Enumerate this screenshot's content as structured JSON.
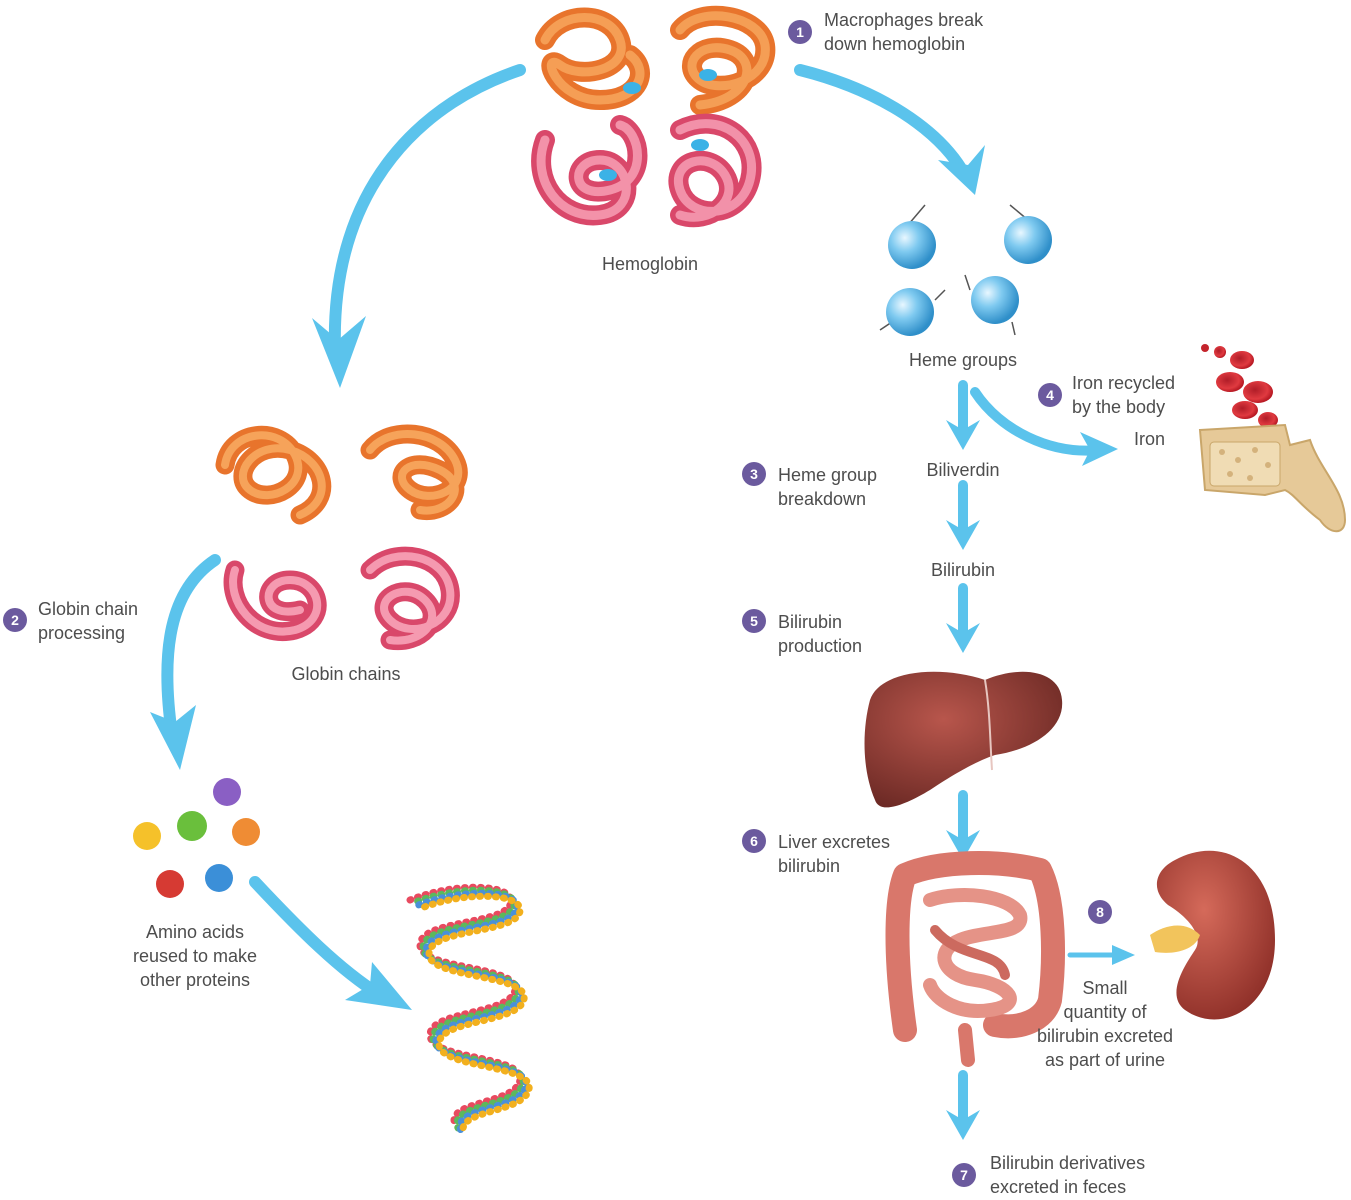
{
  "steps": [
    {
      "num": "1",
      "lines": [
        "Macrophages break",
        "down hemoglobin"
      ]
    },
    {
      "num": "2",
      "lines": [
        "Globin chain",
        "processing"
      ]
    },
    {
      "num": "3",
      "lines": [
        "Heme group",
        "breakdown"
      ]
    },
    {
      "num": "4",
      "lines": [
        "Iron recycled",
        "by the body"
      ]
    },
    {
      "num": "5",
      "lines": [
        "Bilirubin",
        "production"
      ]
    },
    {
      "num": "6",
      "lines": [
        "Liver excretes",
        "bilirubin"
      ]
    },
    {
      "num": "7",
      "lines": [
        "Bilirubin derivatives",
        "excreted in feces"
      ]
    },
    {
      "num": "8",
      "lines": [
        "Small",
        "quantity of",
        "bilirubin excreted",
        "as part of urine"
      ]
    }
  ],
  "labels": {
    "hemoglobin": "Hemoglobin",
    "heme_groups": "Heme groups",
    "globin_chains": "Globin chains",
    "iron": "Iron",
    "biliverdin": "Biliverdin",
    "bilirubin": "Bilirubin",
    "amino_acids": [
      "Amino acids",
      "reused to make",
      "other proteins"
    ]
  },
  "colors": {
    "arrow": "#5bc3ec",
    "badge": "#6b5a9e",
    "globin_alpha": "#f08a3c",
    "globin_beta": "#e9547a",
    "heme": "#4aaee0",
    "liver": "#8e3a33",
    "kidney": "#b5463a",
    "intestine": "#e0857a",
    "bone": "#e6c998"
  }
}
